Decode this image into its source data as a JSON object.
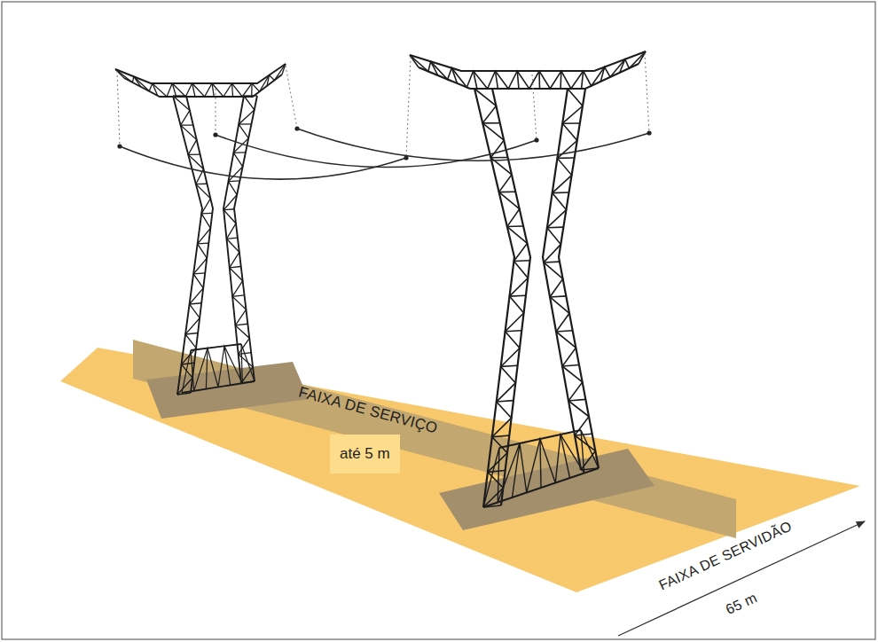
{
  "diagram": {
    "nodes": [
      {
        "text": [
          "até 5 m"
        ]
      }
    ],
    "labels": [
      "FAIXA DE SERVIÇO",
      "FAIXA DE SERVIDÃO",
      "65 m"
    ]
  }
}
